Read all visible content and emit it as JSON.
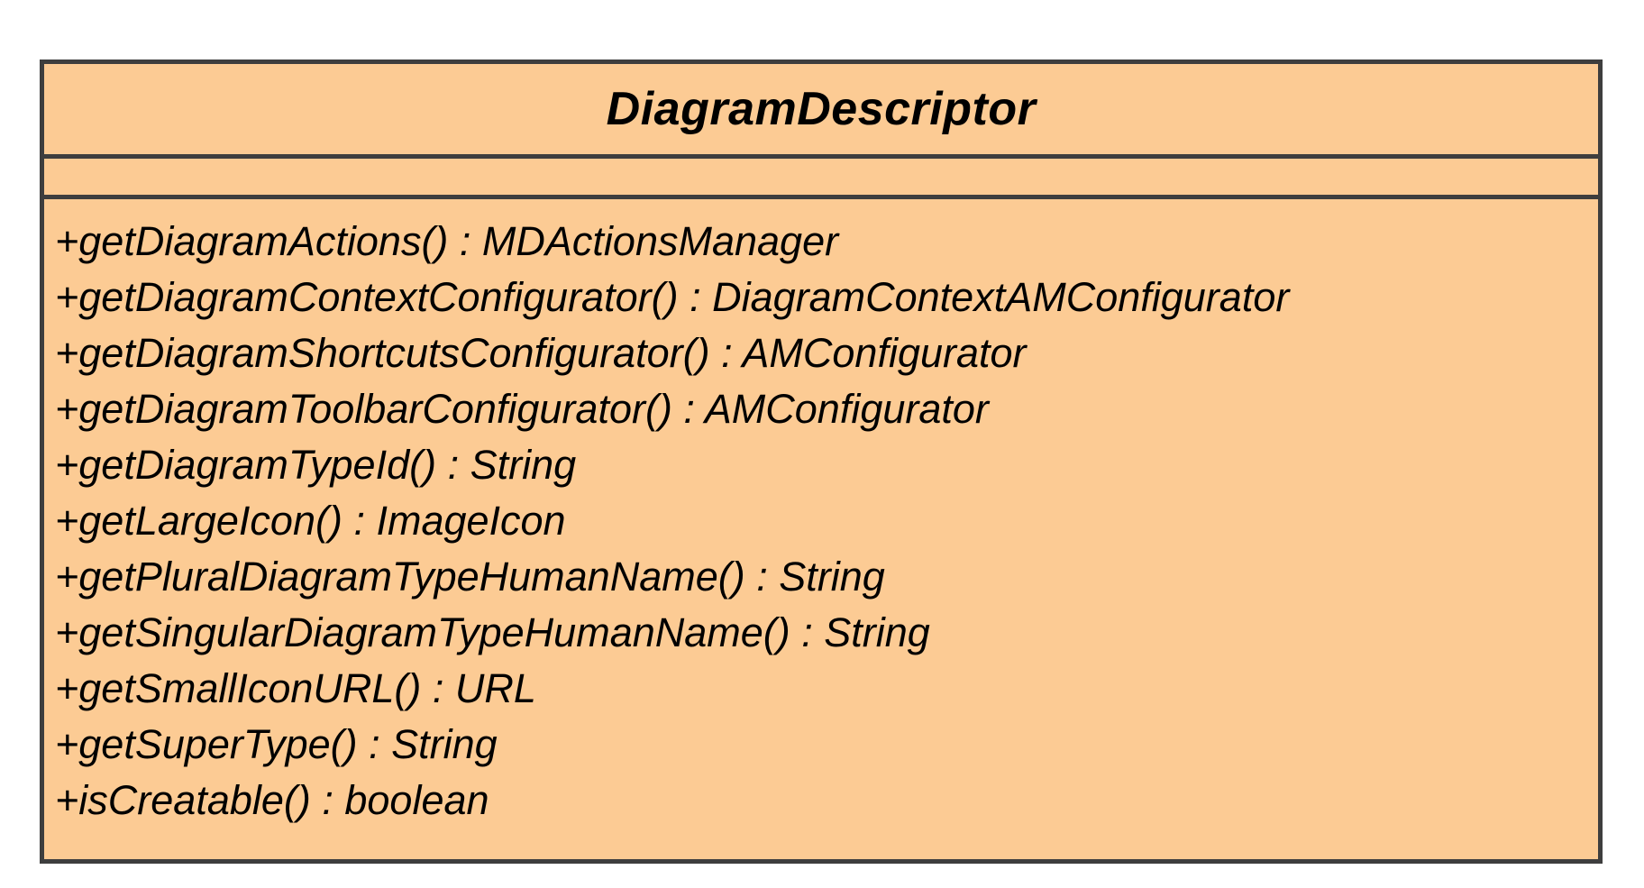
{
  "uml_class": {
    "name": "DiagramDescriptor",
    "attributes": [],
    "operations": [
      "+getDiagramActions() : MDActionsManager",
      "+getDiagramContextConfigurator() : DiagramContextAMConfigurator",
      "+getDiagramShortcutsConfigurator() : AMConfigurator",
      "+getDiagramToolbarConfigurator() : AMConfigurator",
      "+getDiagramTypeId() : String",
      "+getLargeIcon() : ImageIcon",
      "+getPluralDiagramTypeHumanName() : String",
      "+getSingularDiagramTypeHumanName() : String",
      "+getSmallIconURL() : URL",
      "+getSuperType() : String",
      "+isCreatable() : boolean"
    ],
    "colors": {
      "fill": "#FCCB94",
      "border": "#3E3E3E",
      "text": "#000000",
      "canvas": "#FFFFFF"
    }
  }
}
